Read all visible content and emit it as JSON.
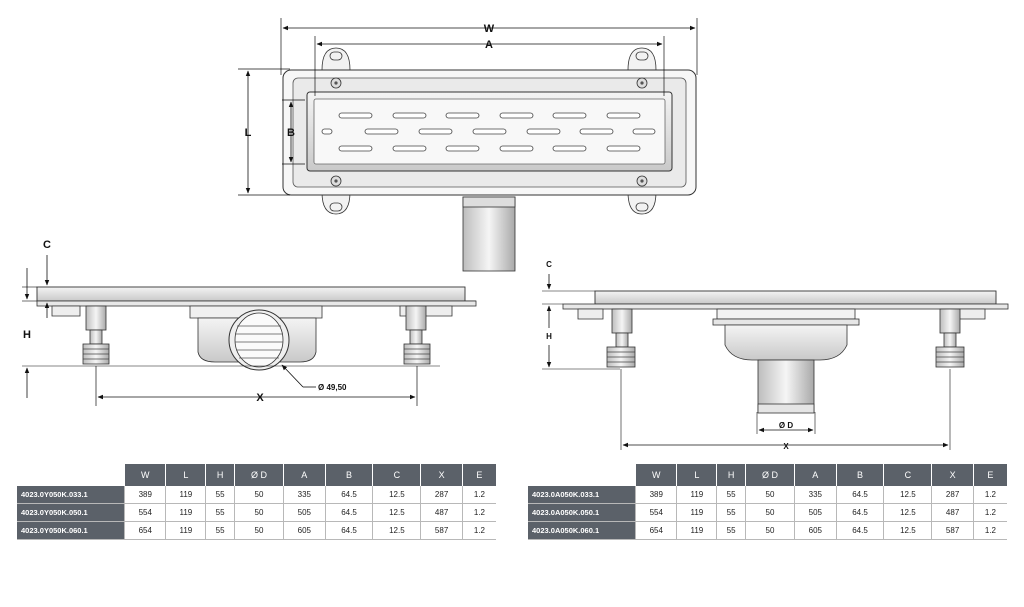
{
  "top_view": {
    "labels": {
      "w": "W",
      "a": "A",
      "l": "L",
      "b": "B"
    }
  },
  "side_view_left": {
    "labels": {
      "c": "C",
      "h": "H",
      "x": "X",
      "diameter": "Ø 49,50"
    }
  },
  "side_view_right": {
    "labels": {
      "c": "C",
      "h": "H",
      "x": "X",
      "diameter": "Ø D"
    }
  },
  "tables": [
    {
      "headers": [
        "W",
        "L",
        "H",
        "Ø D",
        "A",
        "B",
        "C",
        "X",
        "E"
      ],
      "rows": [
        {
          "code": "4023.0Y050K.033.1",
          "values": [
            "389",
            "119",
            "55",
            "50",
            "335",
            "64.5",
            "12.5",
            "287",
            "1.2"
          ]
        },
        {
          "code": "4023.0Y050K.050.1",
          "values": [
            "554",
            "119",
            "55",
            "50",
            "505",
            "64.5",
            "12.5",
            "487",
            "1.2"
          ]
        },
        {
          "code": "4023.0Y050K.060.1",
          "values": [
            "654",
            "119",
            "55",
            "50",
            "605",
            "64.5",
            "12.5",
            "587",
            "1.2"
          ]
        }
      ]
    },
    {
      "headers": [
        "W",
        "L",
        "H",
        "Ø D",
        "A",
        "B",
        "C",
        "X",
        "E"
      ],
      "rows": [
        {
          "code": "4023.0A050K.033.1",
          "values": [
            "389",
            "119",
            "55",
            "50",
            "335",
            "64.5",
            "12.5",
            "287",
            "1.2"
          ]
        },
        {
          "code": "4023.0A050K.050.1",
          "values": [
            "554",
            "119",
            "55",
            "50",
            "505",
            "64.5",
            "12.5",
            "487",
            "1.2"
          ]
        },
        {
          "code": "4023.0A050K.060.1",
          "values": [
            "654",
            "119",
            "55",
            "50",
            "605",
            "64.5",
            "12.5",
            "587",
            "1.2"
          ]
        }
      ]
    }
  ]
}
